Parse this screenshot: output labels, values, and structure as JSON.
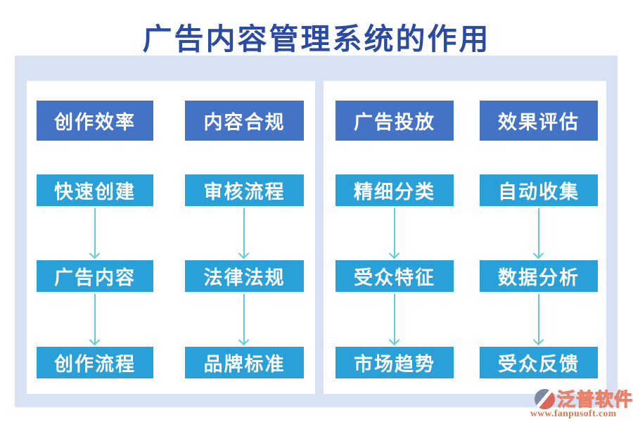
{
  "title": {
    "text": "广告内容管理系统的作用"
  },
  "diagram": {
    "panels": [
      {
        "columns": [
          {
            "header": "创作效率",
            "steps": [
              "快速创建",
              "广告内容",
              "创作流程"
            ]
          },
          {
            "header": "内容合规",
            "steps": [
              "审核流程",
              "法律法规",
              "品牌标准"
            ]
          }
        ]
      },
      {
        "columns": [
          {
            "header": "广告投放",
            "steps": [
              "精细分类",
              "受众特征",
              "市场趋势"
            ]
          },
          {
            "header": "效果评估",
            "steps": [
              "自动收集",
              "数据分析",
              "受众反馈"
            ]
          }
        ]
      }
    ]
  },
  "watermark": {
    "brand": "泛普软件",
    "url": "www.fanpusoft.com",
    "icon": "fanpu-logo-icon"
  },
  "colors": {
    "title_text": "#2b4aa2",
    "backdrop": "#d9e1f5",
    "panel": "#ffffff",
    "header_box": "#4472c4",
    "step_box": "#2aa0d8",
    "arrow": "#5ecbd6",
    "watermark_orange": "#e0764e",
    "watermark_gray": "#7e8aa0"
  }
}
